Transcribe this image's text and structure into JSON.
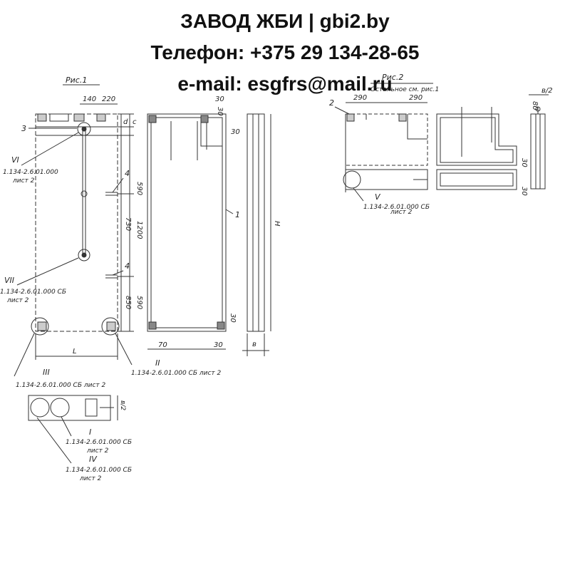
{
  "header": {
    "title": "ЗАВОД ЖБИ | gbi2.by",
    "phone": "Телефон: +375 29 134-28-65",
    "email": "e-mail: esgfrs@mail.ru"
  },
  "drawing": {
    "fig1_caption": "Рис.1",
    "fig2_caption": "Рис.2",
    "fig2_subcaption": "Остальное см. рис.1",
    "dims": {
      "d140": "140",
      "d220": "220",
      "d30": "30",
      "dC": "c",
      "dD": "d",
      "d590": "590",
      "d730": "730",
      "d1200": "1200",
      "d850": "850",
      "dH": "H",
      "dB": "в",
      "d70": "70",
      "dL": "L",
      "d290": "290",
      "d80": "80",
      "dB2": "в/2"
    },
    "marks": {
      "m1": "1",
      "m2": "2",
      "m3": "3",
      "m4": "4"
    },
    "callouts": {
      "I": "I",
      "II": "II",
      "III": "III",
      "IV": "IV",
      "V": "V",
      "VI": "VI",
      "VII": "VII"
    },
    "refs": {
      "sheet_ref": "1.134-2.6.01.000 СБ",
      "sheet_ref_short": "1.134-2.6.01.000",
      "sheet": "лист 2",
      "sheet_ref_inline": "1.134-2.6.01.000 СБ лист 2"
    }
  }
}
